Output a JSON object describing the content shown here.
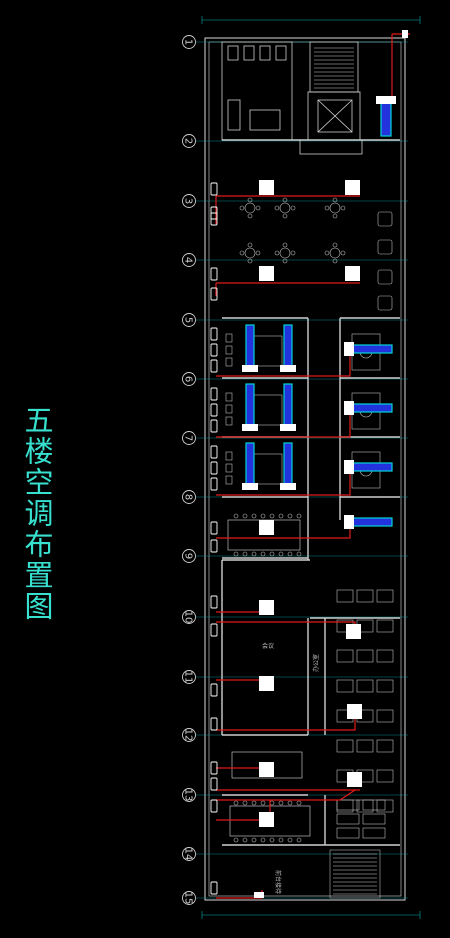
{
  "title": "五楼空调布置图",
  "axes": [
    "1",
    "2",
    "3",
    "4",
    "5",
    "6",
    "7",
    "8",
    "9",
    "10",
    "11",
    "12",
    "13",
    "14",
    "15"
  ],
  "labels": {
    "meeting_big": "会议",
    "office": "办公室",
    "bottom_room": "前台接待"
  },
  "colors": {
    "pipe": "#e01b1b",
    "wall": "#d9d9d9",
    "cyan": "#00d4d4",
    "blue": "#2233dd",
    "title": "#37e0cf"
  }
}
